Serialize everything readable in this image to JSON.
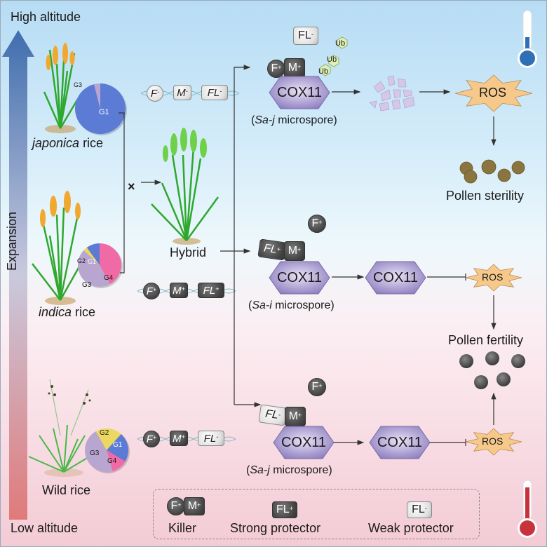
{
  "axis": {
    "top_label": "High altitude",
    "bottom_label": "Low altitude",
    "side_label": "Expansion"
  },
  "plants": {
    "japonica": {
      "name_italic": "japonica",
      "name_rest": " rice",
      "pie": {
        "slices": [
          {
            "label": "G1",
            "value": 96,
            "color": "#5b7bd5"
          },
          {
            "label": "G3",
            "value": 4,
            "color": "#b9a6d0"
          }
        ]
      },
      "genes": [
        {
          "sym": "F",
          "sign": "-",
          "style": "light",
          "shape": "circle"
        },
        {
          "sym": "M",
          "sign": "-",
          "style": "light",
          "shape": "square"
        },
        {
          "sym": "FL",
          "sign": "-",
          "style": "light",
          "shape": "square"
        }
      ]
    },
    "indica": {
      "name_italic": "indica",
      "name_rest": " rice",
      "pie": {
        "slices": [
          {
            "label": "G4",
            "value": 42,
            "color": "#f06aa6"
          },
          {
            "label": "G3",
            "value": 45,
            "color": "#b9a6d0"
          },
          {
            "label": "G2",
            "value": 3,
            "color": "#ecd860"
          },
          {
            "label": "G1",
            "value": 10,
            "color": "#5b7bd5"
          }
        ]
      },
      "genes": [
        {
          "sym": "F",
          "sign": "+",
          "style": "dark",
          "shape": "circle"
        },
        {
          "sym": "M",
          "sign": "+",
          "style": "dark",
          "shape": "square"
        },
        {
          "sym": "FL",
          "sign": "+",
          "style": "dark",
          "shape": "square"
        }
      ]
    },
    "wild": {
      "name": "Wild rice",
      "pie": {
        "slices": [
          {
            "label": "G2",
            "value": 20,
            "color": "#ecd860"
          },
          {
            "label": "G1",
            "value": 22,
            "color": "#5b7bd5"
          },
          {
            "label": "G4",
            "value": 12,
            "color": "#f06aa6"
          },
          {
            "label": "G3",
            "value": 46,
            "color": "#b9a6d0"
          }
        ]
      },
      "genes": [
        {
          "sym": "F",
          "sign": "+",
          "style": "dark",
          "shape": "circle"
        },
        {
          "sym": "M",
          "sign": "+",
          "style": "dark",
          "shape": "square"
        },
        {
          "sym": "FL",
          "sign": "-",
          "style": "light",
          "shape": "square"
        }
      ]
    },
    "hybrid": {
      "name": "Hybrid",
      "cross_symbol": "×"
    }
  },
  "pathways": {
    "top": {
      "free_protein": {
        "sym": "FL",
        "sign": "-"
      },
      "complex": [
        {
          "sym": "F",
          "sign": "+"
        },
        {
          "sym": "M",
          "sign": "+"
        }
      ],
      "ub_labels": [
        "Ub",
        "Ub",
        "Ub"
      ],
      "cox_label": "COX11",
      "microspore_italic": "Sa-j",
      "microspore_rest": " microspore",
      "ros_label": "ROS",
      "outcome": "Pollen sterility"
    },
    "middle": {
      "free_protein": {
        "sym": "F",
        "sign": "+"
      },
      "complex": [
        {
          "sym": "FL",
          "sign": "+"
        },
        {
          "sym": "M",
          "sign": "+"
        }
      ],
      "cox_label": "COX11",
      "cox_label_2": "COX11",
      "microspore_italic": "Sa-i",
      "microspore_rest": " microspore",
      "ros_label": "ROS",
      "outcome": "Pollen fertility"
    },
    "bottom": {
      "free_protein": {
        "sym": "F",
        "sign": "+"
      },
      "complex": [
        {
          "sym": "FL",
          "sign": "-"
        },
        {
          "sym": "M",
          "sign": "+"
        }
      ],
      "cox_label": "COX11",
      "cox_label_2": "COX11",
      "microspore_italic": "Sa-j",
      "microspore_rest": " microspore",
      "ros_label": "ROS"
    }
  },
  "legend": {
    "items": [
      {
        "label": "Killer",
        "tokens": [
          {
            "sym": "F",
            "sign": "+"
          },
          {
            "sym": "M",
            "sign": "+"
          }
        ]
      },
      {
        "label": "Strong protector",
        "tokens": [
          {
            "sym": "FL",
            "sign": "+"
          }
        ]
      },
      {
        "label": "Weak protector",
        "tokens": [
          {
            "sym": "FL",
            "sign": "-"
          }
        ]
      }
    ]
  },
  "thermometers": {
    "top": "cold",
    "bottom": "hot"
  },
  "colors": {
    "cox_fill": "#9d8fc9",
    "ros_fill": "#f6c98a",
    "arrow": "#333333",
    "altitude_top": "#3f6eae",
    "altitude_bottom": "#e07a7a",
    "thermo_cold": "#2f6fb5",
    "thermo_hot": "#c8323c",
    "sterile_pollen": "#8a7440",
    "fertile_pollen": "#4a4a4a"
  }
}
